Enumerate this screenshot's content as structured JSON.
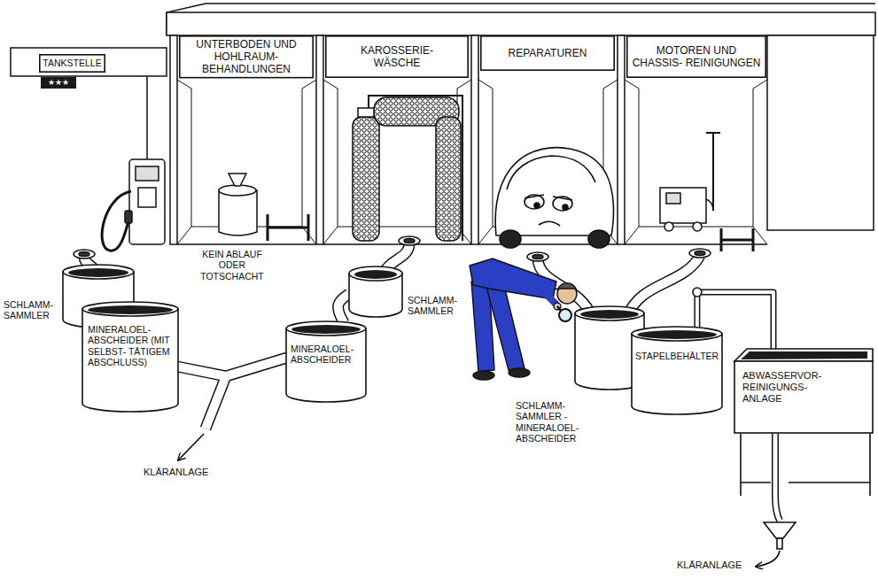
{
  "diagram": {
    "nodes": [
      {
        "text": [
          "TANKSTELLE"
        ]
      },
      {
        "text": [
          "UNTERBODEN UND HOHLRAUM- BEHANDLUNGEN"
        ]
      },
      {
        "text": [
          "KAROSSERIE- WÄSCHE"
        ]
      },
      {
        "text": [
          "REPARATUREN"
        ]
      },
      {
        "text": [
          "MOTOREN UND CHASSIS- REINIGUNGEN"
        ]
      },
      {
        "text": [
          "SCHLAMM- SAMMLER"
        ]
      },
      {
        "text": [
          "MINERALOEL- ABSCHEIDER (MIT SELBST- TÄTIGEM ABSCHLUSS)"
        ]
      },
      {
        "text": [
          "MINERALOEL- ABSCHEIDER"
        ]
      },
      {
        "text": [
          "SCHLAMM- SAMMLER"
        ]
      },
      {
        "text": [
          "SCHLAMM- SAMMLER - MINERALOEL- ABSCHEIDER"
        ]
      },
      {
        "text": [
          "STAPELBEHÄLTER"
        ]
      },
      {
        "text": [
          "ABWASSERVOR- REINIGUNGS- ANLAGE"
        ]
      }
    ],
    "edges": [
      {
        "from": 8,
        "to": 7,
        "arrow": "none"
      },
      {
        "from": 10,
        "to": 11,
        "arrow": "none"
      }
    ],
    "labels": [
      "★★★",
      "KEIN ABLAUF ODER TOTSCHACHT",
      "KLÄRANLAGE",
      "KLÄRANLAGE"
    ]
  }
}
